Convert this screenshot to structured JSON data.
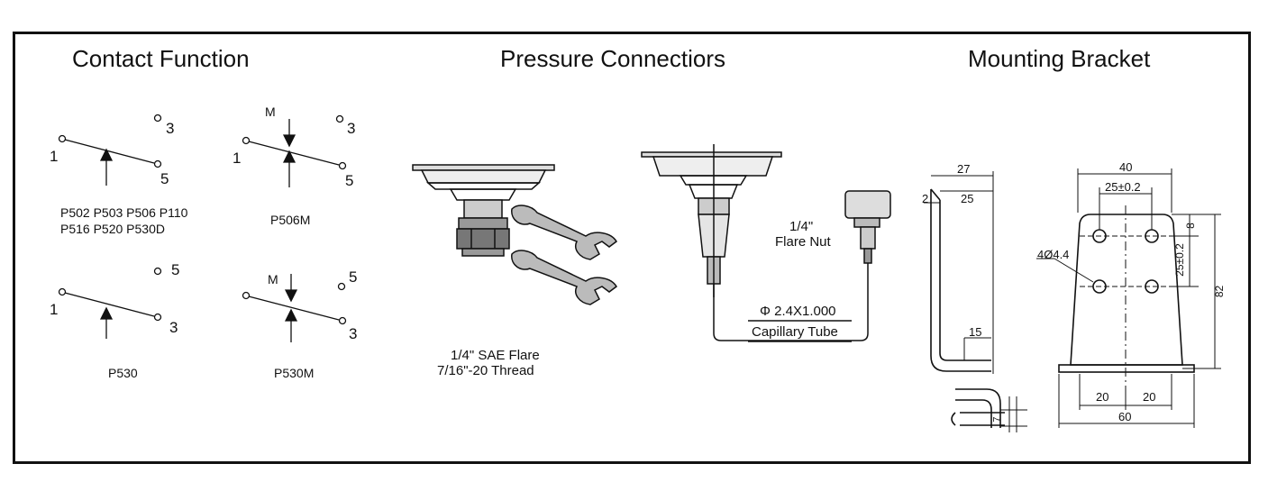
{
  "headings": {
    "contact": "Contact Function",
    "pressure": "Pressure Connectiors",
    "mounting": "Mounting Bracket"
  },
  "contact": {
    "d1": {
      "left": "1",
      "top": "3",
      "right": "5",
      "models_line1": "P502  P503  P506  P110",
      "models_line2": "P516  P520  P530D"
    },
    "d2": {
      "m": "M",
      "left": "1",
      "top": "3",
      "right": "5",
      "model": "P506M"
    },
    "d3": {
      "left": "1",
      "top": "5",
      "right": "3",
      "model": "P530"
    },
    "d4": {
      "m": "M",
      "top": "5",
      "right": "3",
      "model": "P530M"
    }
  },
  "pressure": {
    "flare_line1": "1/4\" SAE Flare",
    "flare_line2": "7/16\"-20 Thread",
    "nut_line1": "1/4\"",
    "nut_line2": "Flare Nut",
    "tube_dim": "Φ 2.4X1.000",
    "tube_label": "Capillary Tube"
  },
  "bracket": {
    "side": {
      "w27": "27",
      "w25": "25",
      "t2": "2",
      "h15": "15",
      "h7": "7"
    },
    "front": {
      "w40": "40",
      "w25tol": "25±0.2",
      "h8": "8",
      "h25tol": "25±0.2",
      "h82": "82",
      "holes": "4Ø4.4",
      "w20a": "20",
      "w20b": "20",
      "w60": "60"
    }
  }
}
